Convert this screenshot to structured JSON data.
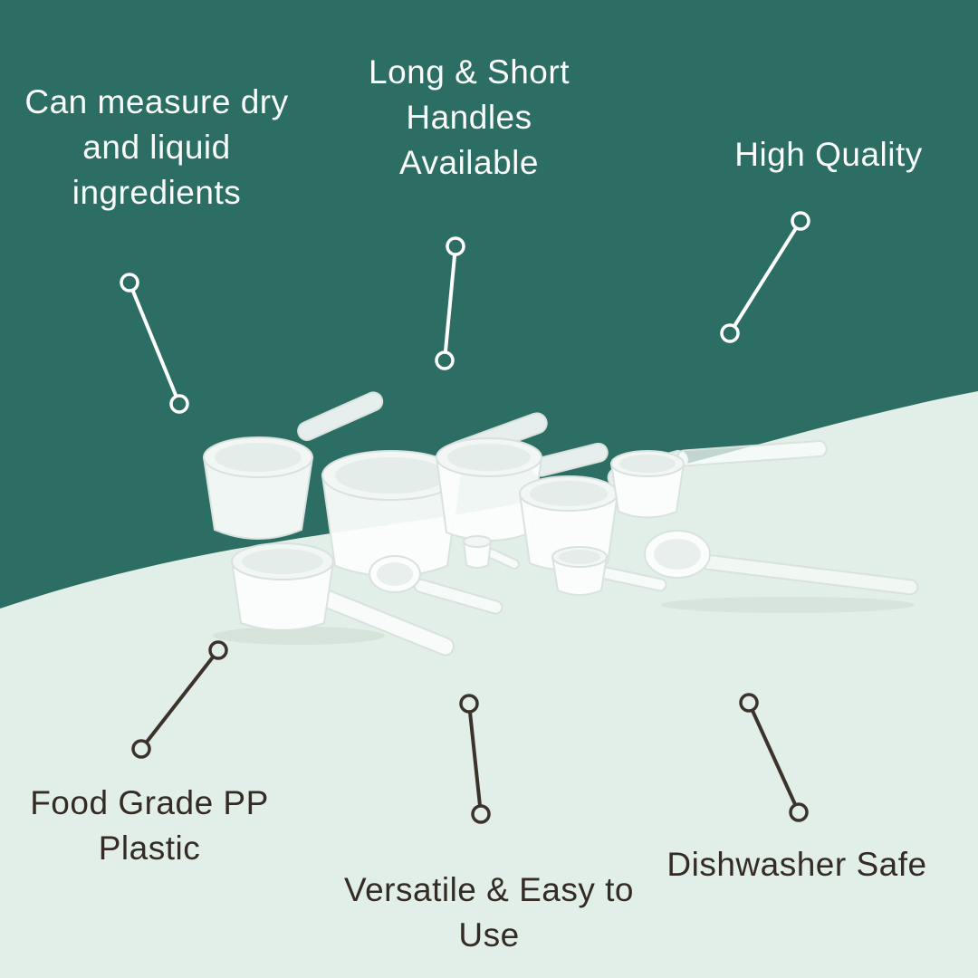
{
  "colors": {
    "background_top_teal": "#2C6E63",
    "background_bottom_mint": "#E2EFE8",
    "text_light": "#FAFCFB",
    "text_dark": "#332B24",
    "connector_light": "#FFFFFF",
    "connector_dark": "#3B332B",
    "product_white": "#FBFDFC"
  },
  "callouts": {
    "measure": {
      "lines": [
        "Can measure dry",
        "and liquid",
        "ingredients"
      ]
    },
    "handles": {
      "lines": [
        "Long & Short",
        "Handles",
        "Available"
      ]
    },
    "quality": {
      "lines": [
        "High Quality"
      ]
    },
    "food_grade": {
      "lines": [
        "Food Grade PP",
        "Plastic"
      ]
    },
    "versatile": {
      "lines": [
        "Versatile & Easy to",
        "Use"
      ]
    },
    "dishwasher": {
      "lines": [
        "Dishwasher Safe"
      ]
    }
  }
}
